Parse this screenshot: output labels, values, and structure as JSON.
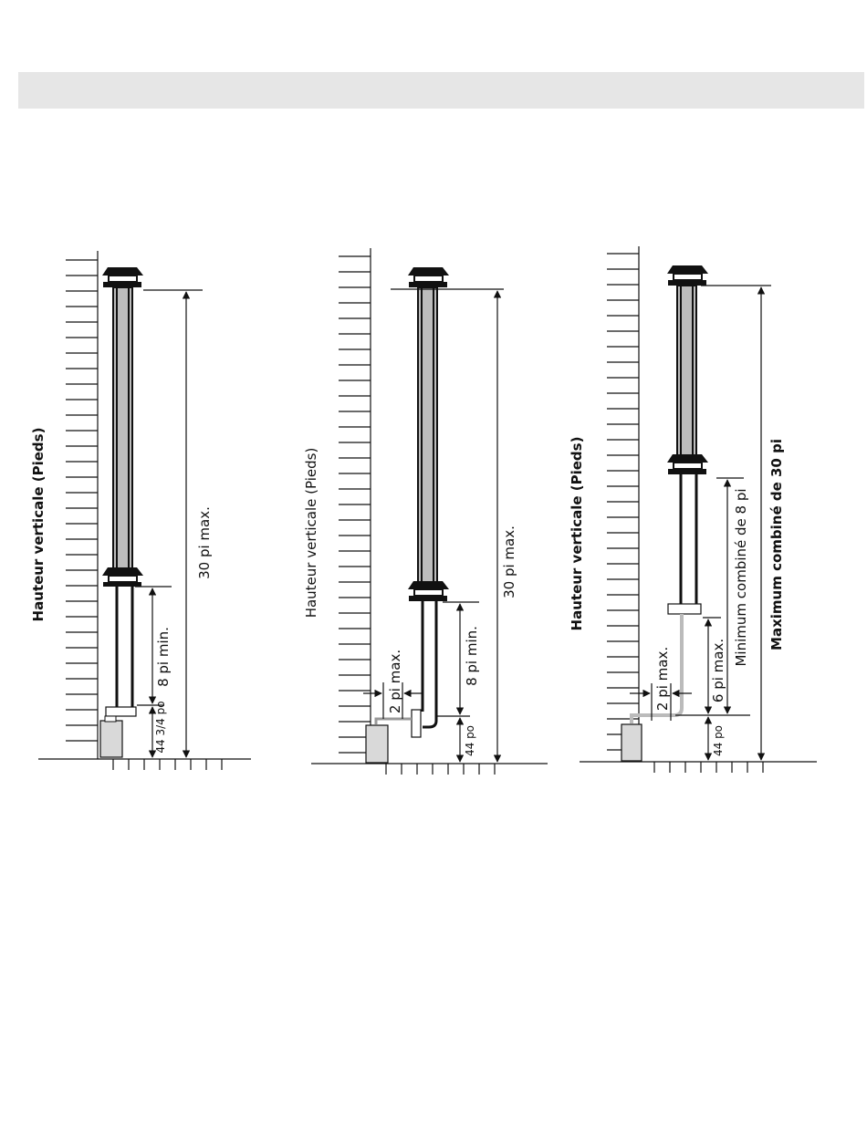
{
  "diagrams": [
    {
      "axis_label": "Hauteur verticale (Pieds)",
      "axis_label_bold": true,
      "dim_total": "30 pi max.",
      "dim_min": "8 pi min.",
      "dim_base": "44 3/4 po"
    },
    {
      "axis_label": "Hauteur verticale (Pieds)",
      "axis_label_bold": false,
      "dim_total": "30 pi max.",
      "dim_min": "8 pi min.",
      "dim_base": "44 po",
      "dim_horizontal": "2 pi max."
    },
    {
      "axis_label": "Hauteur verticale (Pieds)",
      "axis_label_bold": true,
      "dim_total": "Maximum combiné de 30 pi",
      "dim_combined_min": "Minimum combiné de 8 pi",
      "dim_vertical": "6 pi max.",
      "dim_base": "44 po",
      "dim_horizontal": "2 pi max."
    }
  ],
  "colors": {
    "pipe_fill": "#bdbdbd",
    "heater_fill": "#d9d9d9",
    "header_band": "#e6e6e6",
    "ink": "#111111"
  }
}
